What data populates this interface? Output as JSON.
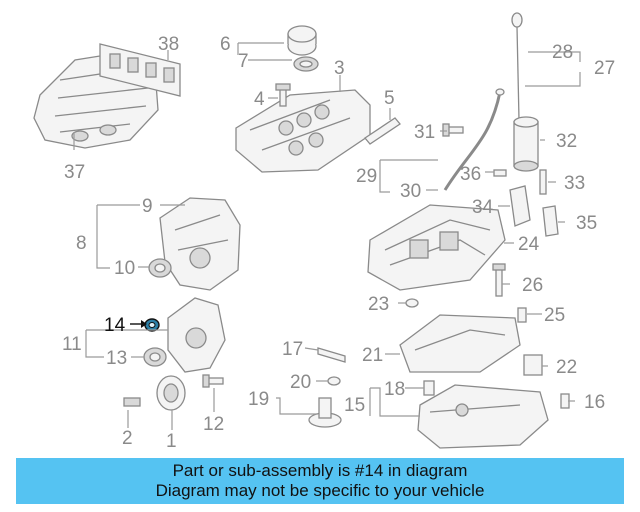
{
  "diagram": {
    "callouts": [
      "38",
      "6",
      "7",
      "3",
      "4",
      "5",
      "28",
      "27",
      "37",
      "31",
      "32",
      "29",
      "30",
      "36",
      "33",
      "34",
      "35",
      "9",
      "8",
      "10",
      "24",
      "26",
      "23",
      "25",
      "14",
      "11",
      "13",
      "17",
      "21",
      "22",
      "20",
      "19",
      "18",
      "15",
      "16",
      "2",
      "1",
      "12"
    ],
    "highlight_color": "#111111",
    "line_color": "#8a8a8a"
  },
  "banner": {
    "line1": "Part or sub-assembly is #14 in diagram",
    "line2": "Diagram may not be specific to your vehicle",
    "background": "#55c3f2"
  }
}
